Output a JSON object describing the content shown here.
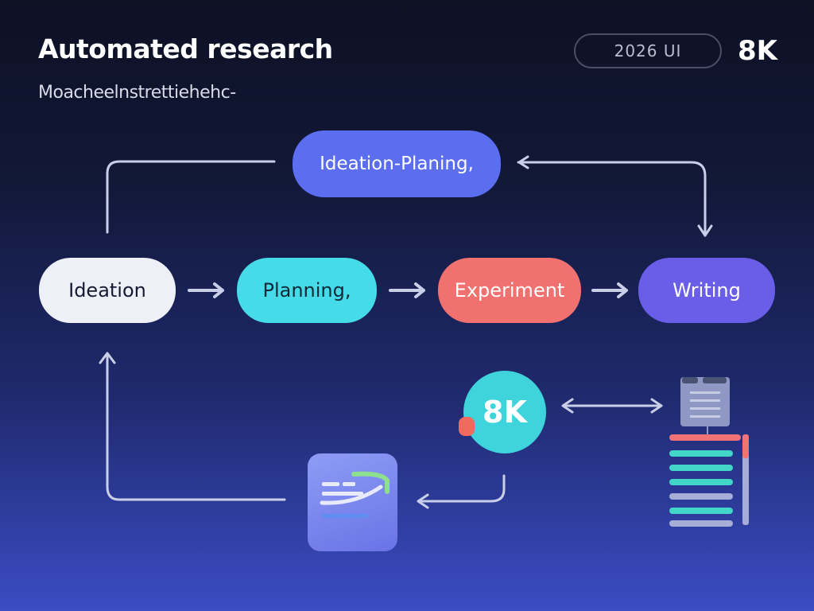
{
  "header": {
    "title": "Automated research",
    "subtitle": "Moacheelnstrettiehehc-",
    "badge": "2026  UI",
    "resolution": "8K"
  },
  "diagram": {
    "top_node": "Ideation-Planing,",
    "nodes": [
      {
        "label": "Ideation",
        "color": "#eef0f7"
      },
      {
        "label": "Planning,",
        "color": "#45dbe8"
      },
      {
        "label": "Experiment",
        "color": "#f0716f"
      },
      {
        "label": "Writing",
        "color": "#6a5ee8"
      }
    ],
    "badge_circle": "8K"
  },
  "colors": {
    "top_node": "#5b6ef0",
    "arrow": "#c9cfe8",
    "background_top": "#0d1124",
    "background_bottom": "#3b4cc4"
  },
  "icons": [
    "document-card-icon",
    "server-icon",
    "data-list-icon"
  ]
}
